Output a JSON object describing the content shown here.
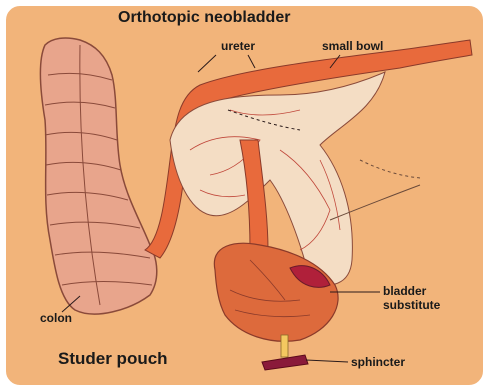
{
  "title": "Orthotopic neobladder",
  "caption": "Studer pouch",
  "labels": {
    "ureter": "ureter",
    "small_bowel": "small bowl",
    "colon": "colon",
    "bladder_substitute": "bladder substitute",
    "sphincter": "sphincter"
  },
  "colors": {
    "background": "#f2b47a",
    "border": "#ffffff",
    "colon_fill": "#e8a58c",
    "colon_stroke": "#8a4a3a",
    "bowel_fill": "#e86a3c",
    "mesentery_fill": "#f4ddc4",
    "pouch_fill": "#dd6a3c",
    "sphincter_fill": "#8a1a3a",
    "line": "#2a1a1a"
  }
}
